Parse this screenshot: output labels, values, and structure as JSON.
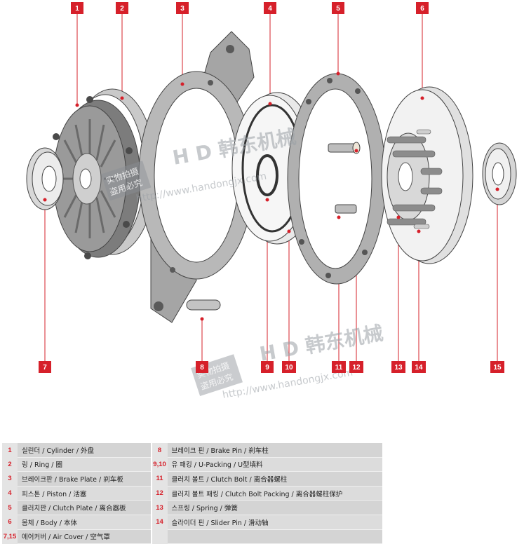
{
  "callouts": [
    {
      "id": "c1",
      "label": "1"
    },
    {
      "id": "c2",
      "label": "2"
    },
    {
      "id": "c3",
      "label": "3"
    },
    {
      "id": "c4",
      "label": "4"
    },
    {
      "id": "c5",
      "label": "5"
    },
    {
      "id": "c6",
      "label": "6"
    },
    {
      "id": "c7",
      "label": "7"
    },
    {
      "id": "c8",
      "label": "8"
    },
    {
      "id": "c9",
      "label": "9"
    },
    {
      "id": "c10",
      "label": "10"
    },
    {
      "id": "c11",
      "label": "11"
    },
    {
      "id": "c12",
      "label": "12"
    },
    {
      "id": "c13",
      "label": "13"
    },
    {
      "id": "c14",
      "label": "14"
    },
    {
      "id": "c15",
      "label": "15"
    }
  ],
  "watermark": {
    "brand": "H D 韩东机械",
    "url": "http://www.handongjx.com",
    "stamp_line1": "实物拍摄",
    "stamp_line2": "盗用必究",
    "brand_color": "#9aa0a6"
  },
  "accent_color": "#d6202a",
  "legend": {
    "rows": [
      {
        "num_left": "1",
        "text_left": "실린더 / Cylinder / 外盘",
        "num_right": "8",
        "text_right": "브레이크 핀 / Brake Pin / 刹车柱"
      },
      {
        "num_left": "2",
        "text_left": "링 / Ring / 圈",
        "num_right": "9,10",
        "text_right": "유 패킹 / U-Packing / U型填料"
      },
      {
        "num_left": "3",
        "text_left": "브레이크판 / Brake Plate / 刹车板",
        "num_right": "11",
        "text_right": "클러치 볼트 / Clutch Bolt / 离合器螺柱"
      },
      {
        "num_left": "4",
        "text_left": "피스톤 / Piston / 活塞",
        "num_right": "12",
        "text_right": "클러치 볼트 패킹 / Clutch Bolt Packing / 离合器螺柱保护"
      },
      {
        "num_left": "5",
        "text_left": "클러치판 / Clutch Plate / 离合器板",
        "num_right": "13",
        "text_right": "스프링 / Spring / 弹簧"
      },
      {
        "num_left": "6",
        "text_left": "몸체 / Body / 本体",
        "num_right": "14",
        "text_right": "슬라이더 핀 / Slider Pin / 滑动轴"
      },
      {
        "num_left": "7,15",
        "text_left": "에어커버 / Air Cover / 空气罩",
        "num_right": "",
        "text_right": ""
      }
    ]
  }
}
